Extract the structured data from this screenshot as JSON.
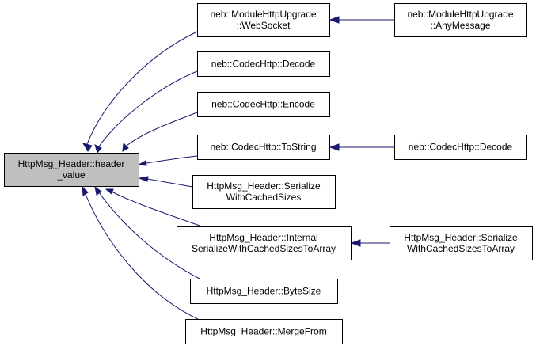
{
  "graph": {
    "nodes": [
      {
        "id": "root",
        "lines": [
          "HttpMsg_Header::header",
          "_value"
        ]
      },
      {
        "id": "ws",
        "lines": [
          "neb::ModuleHttpUpgrade",
          "::WebSocket"
        ]
      },
      {
        "id": "anymsg",
        "lines": [
          "neb::ModuleHttpUpgrade",
          "::AnyMessage"
        ]
      },
      {
        "id": "dec1",
        "lines": [
          "neb::CodecHttp::Decode"
        ]
      },
      {
        "id": "enc",
        "lines": [
          "neb::CodecHttp::Encode"
        ]
      },
      {
        "id": "tostr",
        "lines": [
          "neb::CodecHttp::ToString"
        ]
      },
      {
        "id": "dec2",
        "lines": [
          "neb::CodecHttp::Decode"
        ]
      },
      {
        "id": "ser",
        "lines": [
          "HttpMsg_Header::Serialize",
          "WithCachedSizes"
        ]
      },
      {
        "id": "internal",
        "lines": [
          "HttpMsg_Header::Internal",
          "SerializeWithCachedSizesToArray"
        ]
      },
      {
        "id": "sertoarr",
        "lines": [
          "HttpMsg_Header::Serialize",
          "WithCachedSizesToArray"
        ]
      },
      {
        "id": "bytesize",
        "lines": [
          "HttpMsg_Header::ByteSize"
        ]
      },
      {
        "id": "merge",
        "lines": [
          "HttpMsg_Header::MergeFrom"
        ]
      }
    ],
    "edges": [
      {
        "from": "ws",
        "to": "root"
      },
      {
        "from": "dec1",
        "to": "root"
      },
      {
        "from": "enc",
        "to": "root"
      },
      {
        "from": "tostr",
        "to": "root"
      },
      {
        "from": "ser",
        "to": "root"
      },
      {
        "from": "internal",
        "to": "root"
      },
      {
        "from": "bytesize",
        "to": "root"
      },
      {
        "from": "merge",
        "to": "root"
      },
      {
        "from": "anymsg",
        "to": "ws"
      },
      {
        "from": "dec2",
        "to": "tostr"
      },
      {
        "from": "sertoarr",
        "to": "internal"
      }
    ],
    "colors": {
      "edge": "#191970",
      "root_fill": "#bfbfbf",
      "node_fill": "#ffffff",
      "border": "#000000"
    }
  }
}
